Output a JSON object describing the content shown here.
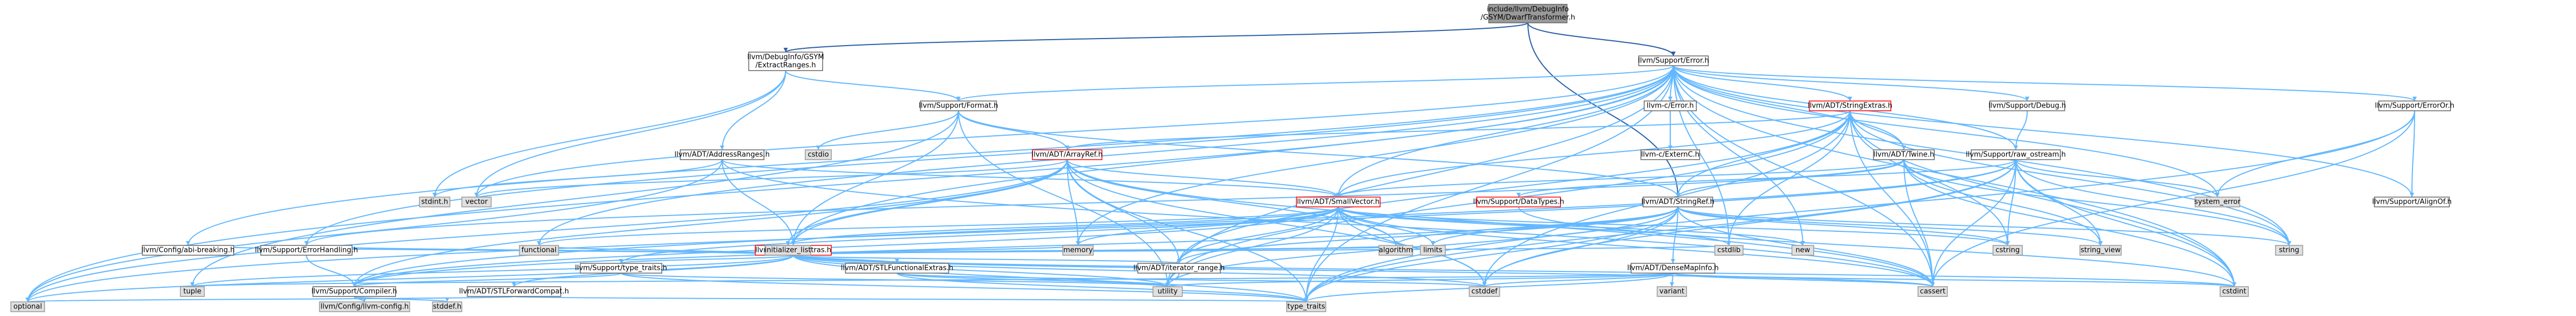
{
  "colors": {
    "root_fill": "#999999",
    "documented_fill": "#ffffff",
    "documented_stroke": "#666666",
    "system_fill": "#e0e0e0",
    "system_stroke": "#999999",
    "has_more_stroke": "#ff0000",
    "edge": "#63b8ff",
    "edge_root": "#2b5fa8"
  },
  "nodes": [
    {
      "id": "root",
      "kind": "root",
      "lines": [
        "include/llvm/DebugInfo",
        "/GSYM/DwarfTransformer.h"
      ]
    },
    {
      "id": "extractranges",
      "kind": "documented",
      "lines": [
        "llvm/DebugInfo/GSYM",
        "/ExtractRanges.h"
      ]
    },
    {
      "id": "error",
      "kind": "documented",
      "lines": [
        "llvm/Support/Error.h"
      ]
    },
    {
      "id": "format",
      "kind": "documented",
      "lines": [
        "llvm/Support/Format.h"
      ]
    },
    {
      "id": "cerror",
      "kind": "documented",
      "lines": [
        "llvm-c/Error.h"
      ]
    },
    {
      "id": "stringextras",
      "kind": "has_more",
      "lines": [
        "llvm/ADT/StringExtras.h"
      ]
    },
    {
      "id": "debug",
      "kind": "documented",
      "lines": [
        "llvm/Support/Debug.h"
      ]
    },
    {
      "id": "erroror",
      "kind": "documented",
      "lines": [
        "llvm/Support/ErrorOr.h"
      ]
    },
    {
      "id": "cstdio",
      "kind": "system",
      "lines": [
        "cstdio"
      ]
    },
    {
      "id": "arrayref",
      "kind": "has_more",
      "lines": [
        "llvm/ADT/ArrayRef.h"
      ]
    },
    {
      "id": "addressranges",
      "kind": "documented",
      "lines": [
        "llvm/ADT/AddressRanges.h"
      ]
    },
    {
      "id": "cexternc",
      "kind": "documented",
      "lines": [
        "llvm-c/ExternC.h"
      ]
    },
    {
      "id": "twine",
      "kind": "documented",
      "lines": [
        "llvm/ADT/Twine.h"
      ]
    },
    {
      "id": "rawostream",
      "kind": "documented",
      "lines": [
        "llvm/Support/raw_ostream.h"
      ]
    },
    {
      "id": "stdinth",
      "kind": "system",
      "lines": [
        "stdint.h"
      ]
    },
    {
      "id": "vector",
      "kind": "system",
      "lines": [
        "vector"
      ]
    },
    {
      "id": "smallvector",
      "kind": "has_more",
      "lines": [
        "llvm/ADT/SmallVector.h"
      ]
    },
    {
      "id": "datatypes",
      "kind": "has_more",
      "lines": [
        "llvm/Support/DataTypes.h"
      ]
    },
    {
      "id": "stringref",
      "kind": "documented",
      "lines": [
        "llvm/ADT/StringRef.h"
      ]
    },
    {
      "id": "systemerror",
      "kind": "system",
      "lines": [
        "system_error"
      ]
    },
    {
      "id": "aligntof",
      "kind": "documented",
      "lines": [
        "llvm/Support/AlignOf.h"
      ]
    },
    {
      "id": "stlextras",
      "kind": "has_more",
      "lines": [
        "llvm/ADT/STLExtras.h"
      ]
    },
    {
      "id": "configbreaking",
      "kind": "documented",
      "lines": [
        "llvm/Config/abi-breaking.h"
      ]
    },
    {
      "id": "errorhandling",
      "kind": "documented",
      "lines": [
        "llvm/Support/ErrorHandling.h"
      ]
    },
    {
      "id": "functional",
      "kind": "system",
      "lines": [
        "functional"
      ]
    },
    {
      "id": "typetraitsllvm",
      "kind": "documented",
      "lines": [
        "llvm/Support/type_traits.h"
      ]
    },
    {
      "id": "stlfunctional",
      "kind": "documented",
      "lines": [
        "llvm/ADT/STLFunctionalExtras.h"
      ]
    },
    {
      "id": "initlist",
      "kind": "system",
      "lines": [
        "initializer_list"
      ]
    },
    {
      "id": "memory",
      "kind": "system",
      "lines": [
        "memory"
      ]
    },
    {
      "id": "iteratorrange",
      "kind": "documented",
      "lines": [
        "llvm/ADT/iterator_range.h"
      ]
    },
    {
      "id": "algorithm",
      "kind": "system",
      "lines": [
        "algorithm"
      ]
    },
    {
      "id": "limits",
      "kind": "system",
      "lines": [
        "limits"
      ]
    },
    {
      "id": "cstddef",
      "kind": "system",
      "lines": [
        "cstddef"
      ]
    },
    {
      "id": "cstdlib",
      "kind": "system",
      "lines": [
        "cstdlib"
      ]
    },
    {
      "id": "densemapinfo",
      "kind": "documented",
      "lines": [
        "llvm/ADT/DenseMapInfo.h"
      ]
    },
    {
      "id": "variant",
      "kind": "system",
      "lines": [
        "variant"
      ]
    },
    {
      "id": "new",
      "kind": "system",
      "lines": [
        "new"
      ]
    },
    {
      "id": "cstring",
      "kind": "system",
      "lines": [
        "cstring"
      ]
    },
    {
      "id": "stringview",
      "kind": "system",
      "lines": [
        "string_view"
      ]
    },
    {
      "id": "string",
      "kind": "system",
      "lines": [
        "string"
      ]
    },
    {
      "id": "cassert",
      "kind": "system",
      "lines": [
        "cassert"
      ]
    },
    {
      "id": "cstdint",
      "kind": "system",
      "lines": [
        "cstdint"
      ]
    },
    {
      "id": "utility",
      "kind": "system",
      "lines": [
        "utility"
      ]
    },
    {
      "id": "tuple",
      "kind": "system",
      "lines": [
        "tuple"
      ]
    },
    {
      "id": "compiler",
      "kind": "documented",
      "lines": [
        "llvm/Support/Compiler.h"
      ]
    },
    {
      "id": "stlforward",
      "kind": "documented",
      "lines": [
        "llvm/ADT/STLForwardCompat.h"
      ]
    },
    {
      "id": "optional",
      "kind": "system",
      "lines": [
        "optional"
      ]
    },
    {
      "id": "llvmconfig",
      "kind": "system",
      "lines": [
        "llvm/Config/llvm-config.h"
      ]
    },
    {
      "id": "stddefh",
      "kind": "system",
      "lines": [
        "stddef.h"
      ]
    },
    {
      "id": "typetraits",
      "kind": "system",
      "lines": [
        "type_traits"
      ]
    }
  ],
  "edges": [
    [
      "root",
      "extractranges"
    ],
    [
      "root",
      "error"
    ],
    [
      "root",
      "stringref"
    ],
    [
      "extractranges",
      "addressranges"
    ],
    [
      "extractranges",
      "format"
    ],
    [
      "extractranges",
      "vector"
    ],
    [
      "extractranges",
      "stdinth"
    ],
    [
      "error",
      "configbreaking"
    ],
    [
      "error",
      "cerror"
    ],
    [
      "error",
      "stringextras"
    ],
    [
      "error",
      "debug"
    ],
    [
      "error",
      "erroror"
    ],
    [
      "error",
      "format"
    ],
    [
      "error",
      "rawostream"
    ],
    [
      "error",
      "twine"
    ],
    [
      "error",
      "smallvector"
    ],
    [
      "error",
      "stlextras"
    ],
    [
      "error",
      "errorhandling"
    ],
    [
      "error",
      "aligntof"
    ],
    [
      "error",
      "systemerror"
    ],
    [
      "error",
      "cstdint"
    ],
    [
      "error",
      "cassert"
    ],
    [
      "error",
      "cstdlib"
    ],
    [
      "error",
      "functional"
    ],
    [
      "error",
      "memory"
    ],
    [
      "error",
      "new"
    ],
    [
      "error",
      "optional"
    ],
    [
      "error",
      "string"
    ],
    [
      "error",
      "typetraits"
    ],
    [
      "error",
      "utility"
    ],
    [
      "error",
      "vector"
    ],
    [
      "format",
      "arrayref"
    ],
    [
      "format",
      "stringref"
    ],
    [
      "format",
      "stlextras"
    ],
    [
      "format",
      "cstdio"
    ],
    [
      "format",
      "tuple"
    ],
    [
      "format",
      "utility"
    ],
    [
      "cerror",
      "cexternc"
    ],
    [
      "stringextras",
      "arrayref"
    ],
    [
      "stringextras",
      "smallvector"
    ],
    [
      "stringextras",
      "stringref"
    ],
    [
      "stringextras",
      "twine"
    ],
    [
      "stringextras",
      "cassert"
    ],
    [
      "stringextras",
      "cstddef"
    ],
    [
      "stringextras",
      "cstdint"
    ],
    [
      "stringextras",
      "cstdlib"
    ],
    [
      "stringextras",
      "cstring"
    ],
    [
      "stringextras",
      "iteratorrange"
    ],
    [
      "stringextras",
      "string"
    ],
    [
      "stringextras",
      "utility"
    ],
    [
      "debug",
      "rawostream"
    ],
    [
      "erroror",
      "aligntof"
    ],
    [
      "erroror",
      "cassert"
    ],
    [
      "erroror",
      "systemerror"
    ],
    [
      "erroror",
      "typetraits"
    ],
    [
      "arrayref",
      "compiler"
    ],
    [
      "arrayref",
      "smallvector"
    ],
    [
      "arrayref",
      "stlextras"
    ],
    [
      "arrayref",
      "algorithm"
    ],
    [
      "arrayref",
      "cassert"
    ],
    [
      "arrayref",
      "cstddef"
    ],
    [
      "arrayref",
      "initlist"
    ],
    [
      "arrayref",
      "iteratorrange"
    ],
    [
      "arrayref",
      "memory"
    ],
    [
      "arrayref",
      "optional"
    ],
    [
      "arrayref",
      "typetraits"
    ],
    [
      "arrayref",
      "vector"
    ],
    [
      "addressranges",
      "stlextras"
    ],
    [
      "addressranges",
      "smallvector"
    ],
    [
      "addressranges",
      "cassert"
    ],
    [
      "addressranges",
      "optional"
    ],
    [
      "addressranges",
      "stdinth"
    ],
    [
      "twine",
      "smallvector"
    ],
    [
      "twine",
      "stringref"
    ],
    [
      "twine",
      "errorhandling"
    ],
    [
      "twine",
      "cassert"
    ],
    [
      "twine",
      "cstdint"
    ],
    [
      "twine",
      "string"
    ],
    [
      "twine",
      "stringview"
    ],
    [
      "rawostream",
      "compiler"
    ],
    [
      "rawostream",
      "datatypes"
    ],
    [
      "rawostream",
      "cassert"
    ],
    [
      "rawostream",
      "cstddef"
    ],
    [
      "rawostream",
      "cstdint"
    ],
    [
      "rawostream",
      "cstring"
    ],
    [
      "rawostream",
      "optional"
    ],
    [
      "rawostream",
      "string"
    ],
    [
      "rawostream",
      "stringview"
    ],
    [
      "rawostream",
      "systemerror"
    ],
    [
      "rawostream",
      "typetraits"
    ],
    [
      "smallvector",
      "compiler"
    ],
    [
      "smallvector",
      "typetraitsllvm"
    ],
    [
      "smallvector",
      "algorithm"
    ],
    [
      "smallvector",
      "cassert"
    ],
    [
      "smallvector",
      "cstddef"
    ],
    [
      "smallvector",
      "cstdlib"
    ],
    [
      "smallvector",
      "cstring"
    ],
    [
      "smallvector",
      "functional"
    ],
    [
      "smallvector",
      "initlist"
    ],
    [
      "smallvector",
      "iteratorrange"
    ],
    [
      "smallvector",
      "limits"
    ],
    [
      "smallvector",
      "memory"
    ],
    [
      "smallvector",
      "new"
    ],
    [
      "smallvector",
      "typetraits"
    ],
    [
      "smallvector",
      "utility"
    ],
    [
      "datatypes",
      "cstdint"
    ],
    [
      "stringref",
      "densemapinfo"
    ],
    [
      "stringref",
      "iteratorrange"
    ],
    [
      "stringref",
      "compiler"
    ],
    [
      "stringref",
      "algorithm"
    ],
    [
      "stringref",
      "cassert"
    ],
    [
      "stringref",
      "cstddef"
    ],
    [
      "stringref",
      "cstring"
    ],
    [
      "stringref",
      "limits"
    ],
    [
      "stringref",
      "string"
    ],
    [
      "stringref",
      "stringview"
    ],
    [
      "stringref",
      "typetraits"
    ],
    [
      "stringref",
      "utility"
    ],
    [
      "stlextras",
      "configbreaking"
    ],
    [
      "stlextras",
      "errorhandling"
    ],
    [
      "stlextras",
      "functional"
    ],
    [
      "stlextras",
      "typetraitsllvm"
    ],
    [
      "stlextras",
      "stlfunctional"
    ],
    [
      "stlextras",
      "stlforward"
    ],
    [
      "stlextras",
      "iteratorrange"
    ],
    [
      "stlextras",
      "algorithm"
    ],
    [
      "stlextras",
      "cassert"
    ],
    [
      "stlextras",
      "cstddef"
    ],
    [
      "stlextras",
      "cstdint"
    ],
    [
      "stlextras",
      "cstdlib"
    ],
    [
      "stlextras",
      "initlist"
    ],
    [
      "stlextras",
      "limits"
    ],
    [
      "stlextras",
      "memory"
    ],
    [
      "stlextras",
      "optional"
    ],
    [
      "stlextras",
      "tuple"
    ],
    [
      "stlextras",
      "typetraits"
    ],
    [
      "stlextras",
      "utility"
    ],
    [
      "errorhandling",
      "compiler"
    ],
    [
      "typetraitsllvm",
      "compiler"
    ],
    [
      "typetraitsllvm",
      "typetraits"
    ],
    [
      "typetraitsllvm",
      "utility"
    ],
    [
      "stlfunctional",
      "cstddef"
    ],
    [
      "stlfunctional",
      "typetraits"
    ],
    [
      "stlfunctional",
      "utility"
    ],
    [
      "iteratorrange",
      "utility"
    ],
    [
      "densemapinfo",
      "cassert"
    ],
    [
      "densemapinfo",
      "cstddef"
    ],
    [
      "densemapinfo",
      "cstdint"
    ],
    [
      "densemapinfo",
      "tuple"
    ],
    [
      "densemapinfo",
      "typetraits"
    ],
    [
      "densemapinfo",
      "utility"
    ],
    [
      "densemapinfo",
      "variant"
    ],
    [
      "compiler",
      "llvmconfig"
    ],
    [
      "compiler",
      "stddefh"
    ],
    [
      "stlforward",
      "optional"
    ],
    [
      "stlforward",
      "typetraits"
    ]
  ]
}
